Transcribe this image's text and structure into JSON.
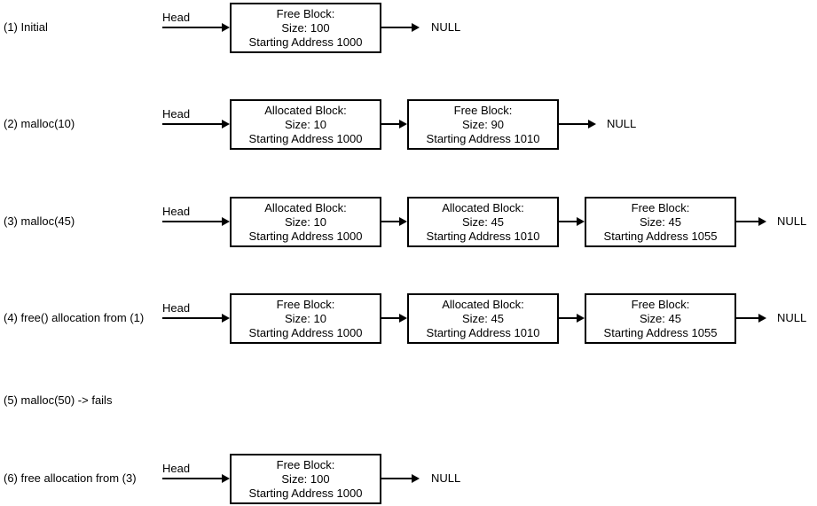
{
  "diagram": {
    "title_semantics": "Heap memory allocation linked-list states",
    "rows": [
      {
        "label": "(1) Initial",
        "head_label": "Head",
        "null_label": "NULL",
        "boxes": [
          {
            "l1": "Free Block:",
            "l2": "Size: 100",
            "l3": "Starting Address 1000"
          }
        ]
      },
      {
        "label": "(2) malloc(10)",
        "head_label": "Head",
        "null_label": "NULL",
        "boxes": [
          {
            "l1": "Allocated Block:",
            "l2": "Size: 10",
            "l3": "Starting Address 1000"
          },
          {
            "l1": "Free Block:",
            "l2": "Size: 90",
            "l3": "Starting Address 1010"
          }
        ]
      },
      {
        "label": "(3) malloc(45)",
        "head_label": "Head",
        "null_label": "NULL",
        "boxes": [
          {
            "l1": "Allocated Block:",
            "l2": "Size: 10",
            "l3": "Starting Address 1000"
          },
          {
            "l1": "Allocated Block:",
            "l2": "Size: 45",
            "l3": "Starting Address 1010"
          },
          {
            "l1": "Free Block:",
            "l2": "Size: 45",
            "l3": "Starting Address 1055"
          }
        ]
      },
      {
        "label": "(4) free() allocation from (1)",
        "head_label": "Head",
        "null_label": "NULL",
        "boxes": [
          {
            "l1": "Free Block:",
            "l2": "Size: 10",
            "l3": "Starting Address 1000"
          },
          {
            "l1": "Allocated Block:",
            "l2": "Size: 45",
            "l3": "Starting Address 1010"
          },
          {
            "l1": "Free Block:",
            "l2": "Size: 45",
            "l3": "Starting Address 1055"
          }
        ]
      },
      {
        "label": "(5) malloc(50) -> fails",
        "boxes": []
      },
      {
        "label": "(6) free allocation from (3)",
        "head_label": "Head",
        "null_label": "NULL",
        "boxes": [
          {
            "l1": "Free Block:",
            "l2": "Size: 100",
            "l3": "Starting Address 1000"
          }
        ]
      }
    ]
  },
  "colors": {
    "stroke": "#000000",
    "text": "#000000",
    "background": "#ffffff"
  }
}
